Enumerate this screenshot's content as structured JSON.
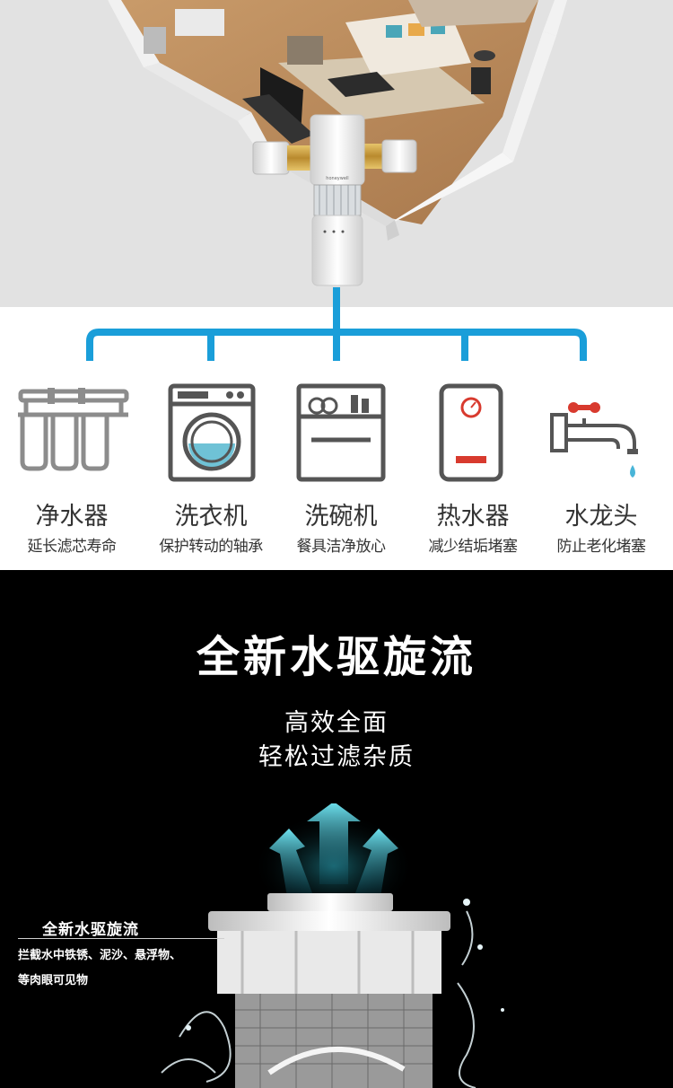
{
  "scene": {
    "brand_text": "honeywell"
  },
  "appliances": [
    {
      "name": "净水器",
      "desc": "延长滤芯寿命",
      "icon": "ro-purifier-icon"
    },
    {
      "name": "洗衣机",
      "desc": "保护转动的轴承",
      "icon": "washing-machine-icon"
    },
    {
      "name": "洗碗机",
      "desc": "餐具洁净放心",
      "icon": "dishwasher-icon"
    },
    {
      "name": "热水器",
      "desc": "减少结垢堵塞",
      "icon": "water-heater-icon"
    },
    {
      "name": "水龙头",
      "desc": "防止老化堵塞",
      "icon": "faucet-icon"
    }
  ],
  "feature": {
    "headline": "全新水驱旋流",
    "sub_line1": "高效全面",
    "sub_line2": "轻松过滤杂质",
    "callout_title": "全新水驱旋流",
    "callout_desc_line1": "拦截水中铁锈、泥沙、悬浮物、",
    "callout_desc_line2": "等肉眼可见物"
  },
  "colors": {
    "pipe_blue": "#1a9ed9",
    "dark_bg": "#000000",
    "scene_bg": "#e2e2e2",
    "arrow_teal": "#2ab7c9",
    "faucet_red": "#d83a2e",
    "drop_blue": "#49b5d8"
  }
}
